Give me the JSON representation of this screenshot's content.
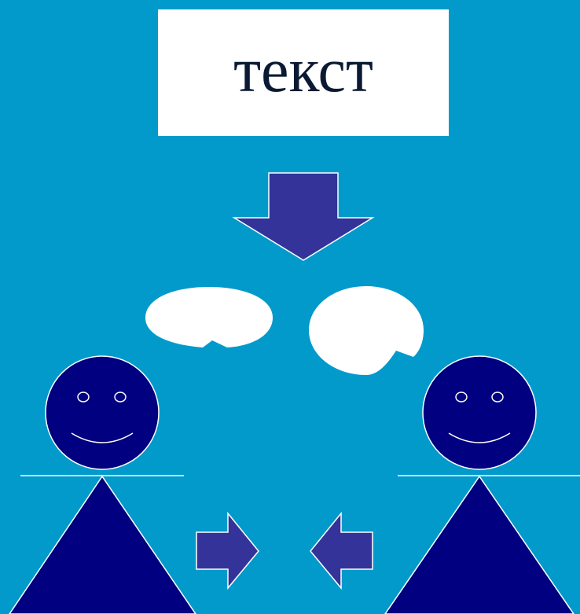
{
  "title": {
    "text": "текст"
  },
  "colors": {
    "background": "#029acb",
    "box": "#ffffff",
    "arrow": "#333399",
    "figure": "#000080",
    "outline": "#ffffff",
    "title_text": "#0b1a33"
  },
  "figures": [
    {
      "name": "left-person",
      "icons": [
        "smiley-face-icon",
        "triangle-body-icon"
      ]
    },
    {
      "name": "right-person",
      "icons": [
        "smiley-face-icon",
        "triangle-body-icon"
      ]
    }
  ],
  "arrows": [
    {
      "name": "down-arrow-icon",
      "direction": "down"
    },
    {
      "name": "right-arrow-icon",
      "direction": "right"
    },
    {
      "name": "left-arrow-icon",
      "direction": "left"
    }
  ],
  "speech_bubbles": [
    {
      "name": "speech-bubble-left",
      "text": ""
    },
    {
      "name": "speech-bubble-right",
      "text": ""
    }
  ]
}
